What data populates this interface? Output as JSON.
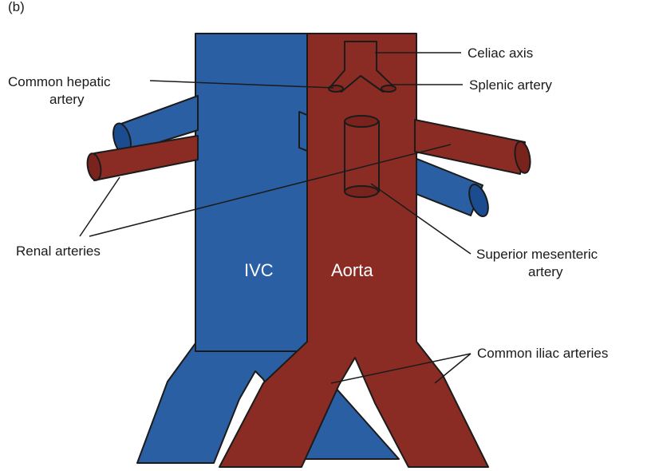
{
  "panel_label": "(b)",
  "labels": {
    "celiac_axis": "Celiac axis",
    "common_hepatic_line1": "Common hepatic",
    "common_hepatic_line2": "artery",
    "splenic_artery": "Splenic artery",
    "renal_arteries": "Renal arteries",
    "superior_mesenteric_line1": "Superior mesenteric",
    "superior_mesenteric_line2": "artery",
    "common_iliac_arteries": "Common iliac arteries",
    "ivc": "IVC",
    "aorta": "Aorta"
  },
  "colors": {
    "vein_blue": "#2a5fa3",
    "artery_red": "#8b2c24",
    "outline": "#1b1b1b",
    "background": "#ffffff"
  }
}
